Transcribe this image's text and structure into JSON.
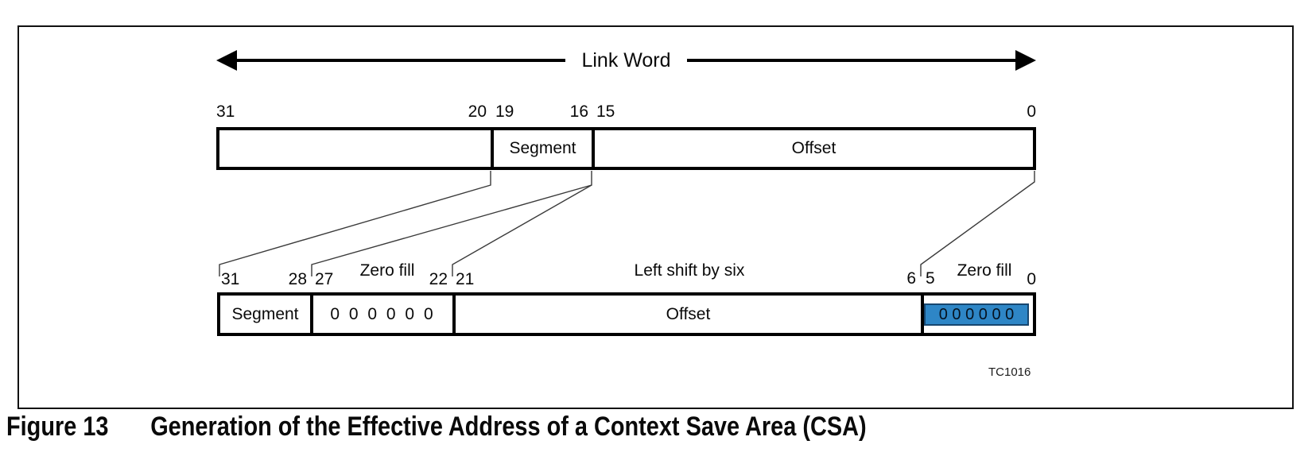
{
  "figure": {
    "arrow_label": "Link Word",
    "reg_top": {
      "bits": {
        "b31": "31",
        "b20": "20",
        "b19": "19",
        "b16": "16",
        "b15": "15",
        "b0": "0"
      },
      "fields": {
        "segment": "Segment",
        "offset": "Offset"
      }
    },
    "reg_bottom": {
      "bits": {
        "b31": "31",
        "b28": "28",
        "b27": "27",
        "b22": "22",
        "b21": "21",
        "b6": "6",
        "b5": "5",
        "b0": "0"
      },
      "annotations": {
        "zero_fill_left": "Zero fill",
        "left_shift": "Left shift by six",
        "zero_fill_right": "Zero fill"
      },
      "fields": {
        "segment": "Segment",
        "zeros": "0 0 0 0 0 0",
        "offset": "Offset",
        "zeros_highlight": "0 0 0 0 0 0"
      }
    },
    "colors": {
      "highlight_fill": "#2E86C6",
      "highlight_border": "#17466F"
    },
    "tc_code": "TC1016",
    "caption": {
      "number": "Figure 13",
      "title": "Generation of the Effective Address of a Context Save Area (CSA)"
    }
  }
}
